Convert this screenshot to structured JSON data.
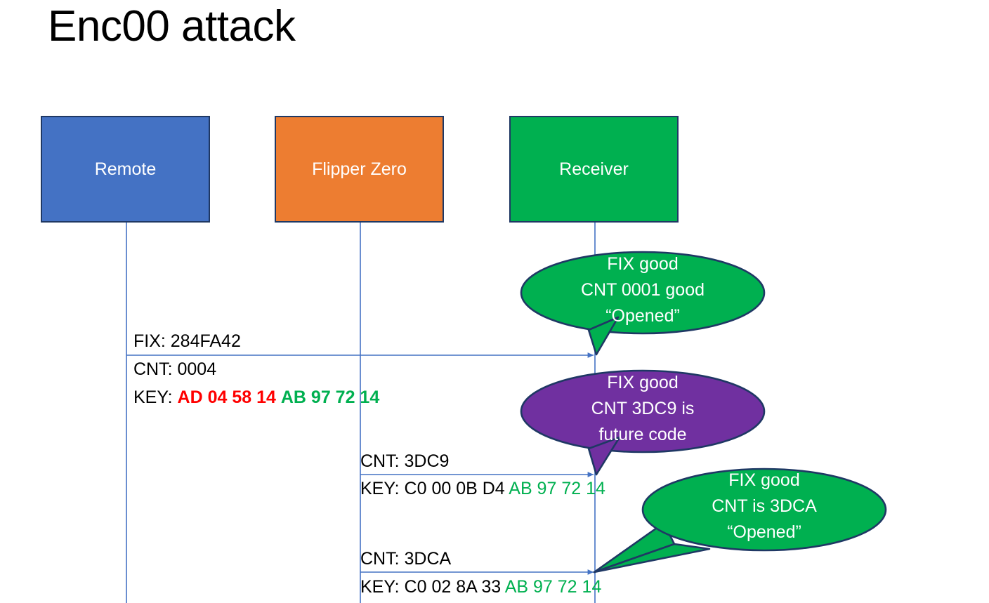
{
  "slide": {
    "title": "Enc00 attack",
    "background": "#ffffff"
  },
  "colors": {
    "remote": "#4472C4",
    "flipper": "#ED7D31",
    "receiver": "#00B050",
    "bubble_good": "#00B050",
    "bubble_future": "#7030A0",
    "lifeline": "#4472C4",
    "outline": "#1F3864",
    "hex_red": "#FF0000",
    "hex_green": "#00B050",
    "text_black": "#000000",
    "text_white": "#FFFFFF"
  },
  "actors": [
    {
      "id": "remote",
      "label": "Remote"
    },
    {
      "id": "flipper",
      "label": "Flipper Zero"
    },
    {
      "id": "receiver",
      "label": "Receiver"
    }
  ],
  "messages": [
    {
      "id": "msg-1",
      "from": "remote",
      "to": "receiver",
      "above": "FIX: 284FA42",
      "below_line_1": "CNT: 0004",
      "below_label": "KEY:",
      "below_hex_red": "AD 04 58 14",
      "below_hex_green": "AB 97 72 14"
    },
    {
      "id": "msg-2",
      "from": "flipper",
      "to": "receiver",
      "above": "CNT: 3DC9",
      "below_label": "KEY: C0 00 0B D4",
      "below_hex_green": "AB 97 72 14"
    },
    {
      "id": "msg-3",
      "from": "flipper",
      "to": "receiver",
      "above": "CNT: 3DCA",
      "below_label": "KEY: C0 02 8A 33",
      "below_hex_green": "AB 97 72 14"
    }
  ],
  "bubbles": [
    {
      "id": "bubble-1",
      "color": "#00B050",
      "line1": "FIX good",
      "line2": "CNT 0001 good",
      "line3": "“Opened”"
    },
    {
      "id": "bubble-2",
      "color": "#7030A0",
      "line1": "FIX good",
      "line2": "CNT 3DC9 is",
      "line3": "future code"
    },
    {
      "id": "bubble-3",
      "color": "#00B050",
      "line1": "FIX good",
      "line2": "CNT is 3DCA",
      "line3": "“Opened”"
    }
  ]
}
